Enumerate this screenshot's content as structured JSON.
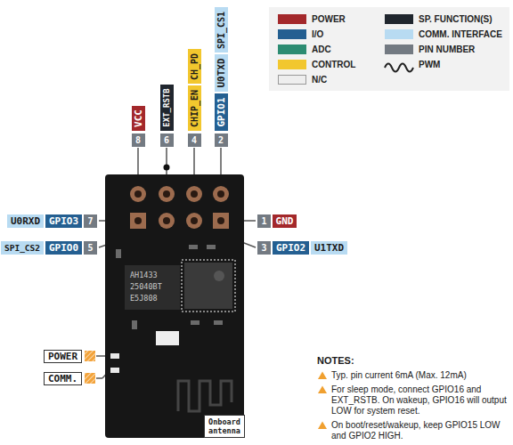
{
  "diagram": {
    "nodes": [
      {
        "text": [
          "VCC"
        ]
      },
      {
        "text": [
          "8"
        ]
      },
      {
        "text": [
          "EXT_RSTB"
        ]
      },
      {
        "text": [
          "6"
        ]
      },
      {
        "text": [
          "CHIP_EN"
        ]
      },
      {
        "text": [
          "CH_PD"
        ]
      },
      {
        "text": [
          "4"
        ]
      },
      {
        "text": [
          "GPIO1"
        ]
      },
      {
        "text": [
          "U0TXD"
        ]
      },
      {
        "text": [
          "SPI_CS1"
        ]
      },
      {
        "text": [
          "2"
        ]
      },
      {
        "text": [
          "U0RXD"
        ]
      },
      {
        "text": [
          "GPIO3"
        ]
      },
      {
        "text": [
          "7"
        ]
      },
      {
        "text": [
          "SPI_CS2"
        ]
      },
      {
        "text": [
          "GPIO0"
        ]
      },
      {
        "text": [
          "5"
        ]
      },
      {
        "text": [
          "1"
        ]
      },
      {
        "text": [
          "GND"
        ]
      },
      {
        "text": [
          "3"
        ]
      },
      {
        "text": [
          "GPIO2"
        ]
      },
      {
        "text": [
          "U1TXD"
        ]
      },
      {
        "text": [
          "POWER"
        ]
      },
      {
        "text": [
          "COMM."
        ]
      },
      {
        "text": [
          "Onboard antenna"
        ]
      }
    ],
    "labels": [
      "AH1433",
      "25040BT",
      "E5J808",
      "NOTES:",
      "Typ. pin current 6mA (Max. 12mA)",
      "For sleep mode, connect GPIO16 and EXT_RSTB. On wakeup, GPIO16 will output LOW for system reset.",
      "On boot/reset/wakeup, keep GPIO15 LOW and GPIO2 HIGH."
    ],
    "legend": [
      {
        "text": "POWER",
        "color": "#a3282b"
      },
      {
        "text": "I/O",
        "color": "#245f91"
      },
      {
        "text": "ADC",
        "color": "#2c8c72"
      },
      {
        "text": "CONTROL",
        "color": "#f2c72e"
      },
      {
        "text": "N/C",
        "color": "#eeeeee"
      },
      {
        "text": "SP. FUNCTION(S)",
        "color": "#20262e"
      },
      {
        "text": "COMM. INTERFACE",
        "color": "#b8dbf2"
      },
      {
        "text": "PIN NUMBER",
        "color": "#737a82"
      },
      {
        "text": "PWM"
      }
    ]
  }
}
